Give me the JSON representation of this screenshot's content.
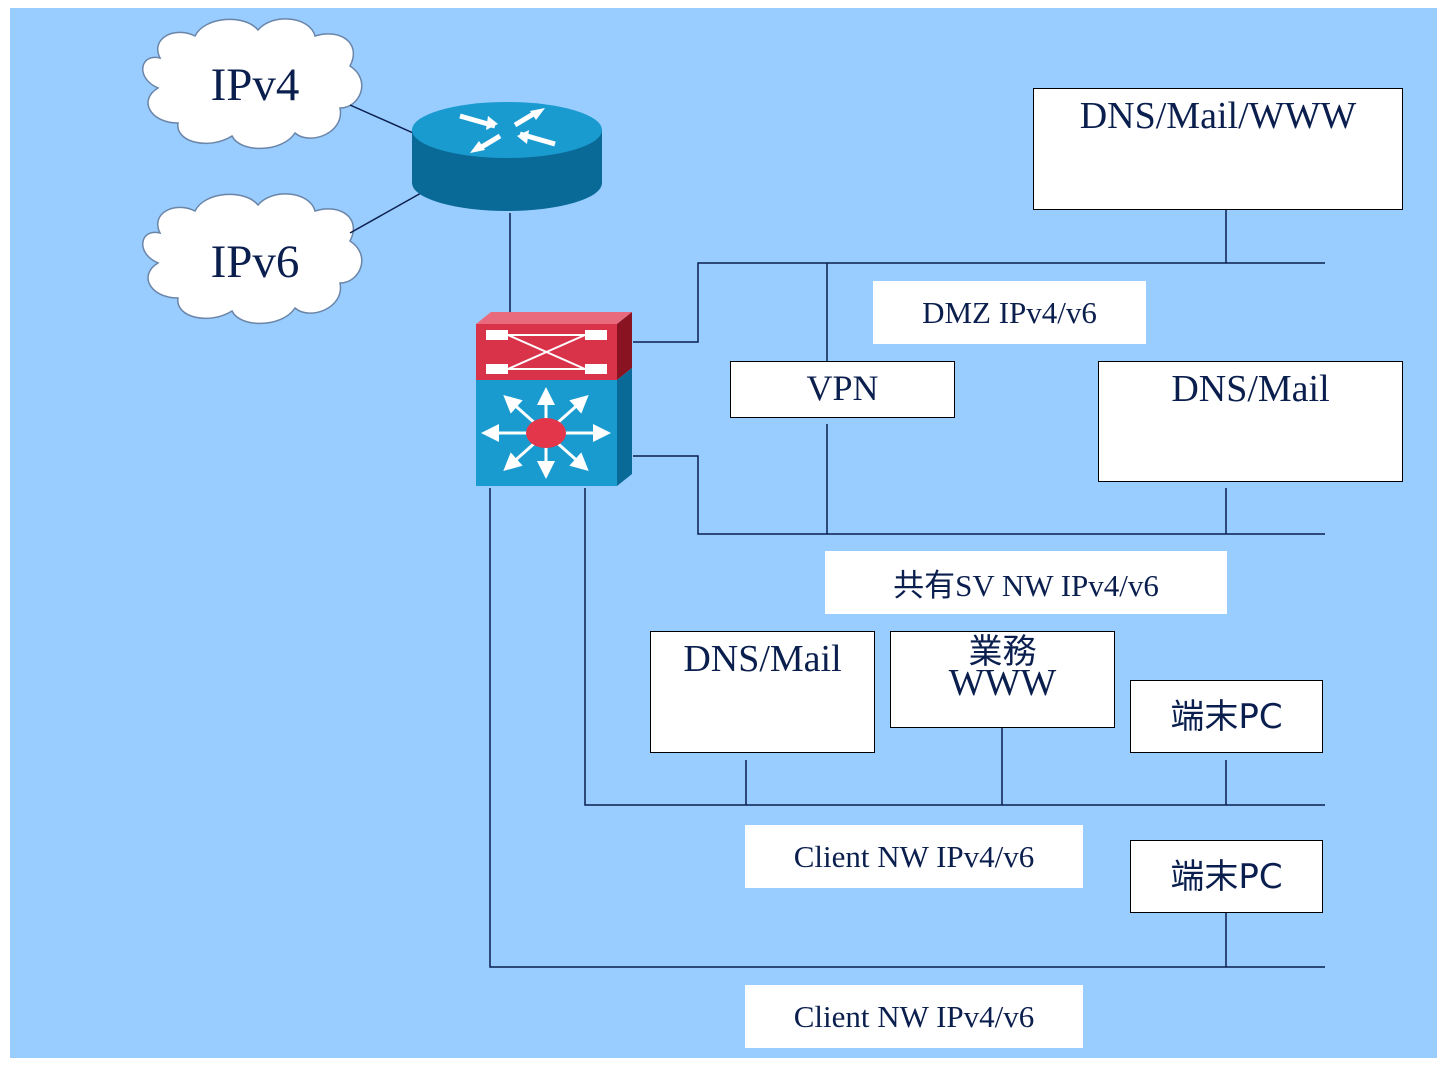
{
  "clouds": {
    "ipv4": "IPv4",
    "ipv6": "IPv6"
  },
  "servers": {
    "dmz_top": "DNS/Mail/WWW",
    "vpn": "VPN",
    "dns_mail_sv": "DNS/Mail",
    "dns_mail_client": "DNS/Mail",
    "gyomu_line1": "業務",
    "gyomu_line2": "WWW",
    "pc1": "端末PC",
    "pc2": "端末PC"
  },
  "networks": {
    "dmz": "DMZ IPv4/v6",
    "shared_sv": "共有SV NW IPv4/v6",
    "client1": "Client NW IPv4/v6",
    "client2": "Client NW IPv4/v6"
  },
  "colors": {
    "background": "#99ccff",
    "router_top": "#1a9bd0",
    "router_side": "#0a6a97",
    "firewall": "#d9334a",
    "switch": "#1a9bd0"
  }
}
